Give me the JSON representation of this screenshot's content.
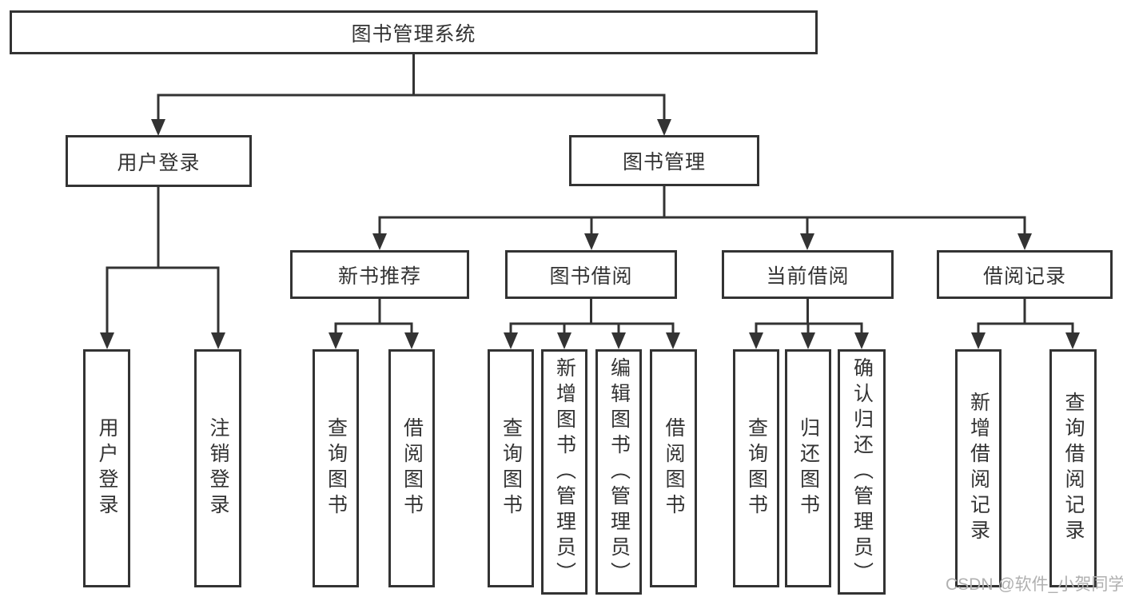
{
  "tree": {
    "label": "图书管理系统",
    "children": [
      {
        "label": "用户登录",
        "children": [
          {
            "label": "用户登录"
          },
          {
            "label": "注销登录"
          }
        ]
      },
      {
        "label": "图书管理",
        "children": [
          {
            "label": "新书推荐",
            "children": [
              {
                "label": "查询图书"
              },
              {
                "label": "借阅图书"
              }
            ]
          },
          {
            "label": "图书借阅",
            "children": [
              {
                "label": "查询图书"
              },
              {
                "label": "新增图书（管理员）"
              },
              {
                "label": "编辑图书（管理员）"
              },
              {
                "label": "借阅图书"
              }
            ]
          },
          {
            "label": "当前借阅",
            "children": [
              {
                "label": "查询图书"
              },
              {
                "label": "归还图书"
              },
              {
                "label": "确认归还（管理员）"
              }
            ]
          },
          {
            "label": "借阅记录",
            "children": [
              {
                "label": "新增借阅记录"
              },
              {
                "label": "查询借阅记录"
              }
            ]
          }
        ]
      }
    ]
  },
  "watermark": {
    "text": "CSDN @软件_小贺同学"
  },
  "colors": {
    "line": "#333333",
    "box_border": "#333333",
    "text": "#333333",
    "watermark": "#b0b0b0",
    "background": "#ffffff"
  }
}
